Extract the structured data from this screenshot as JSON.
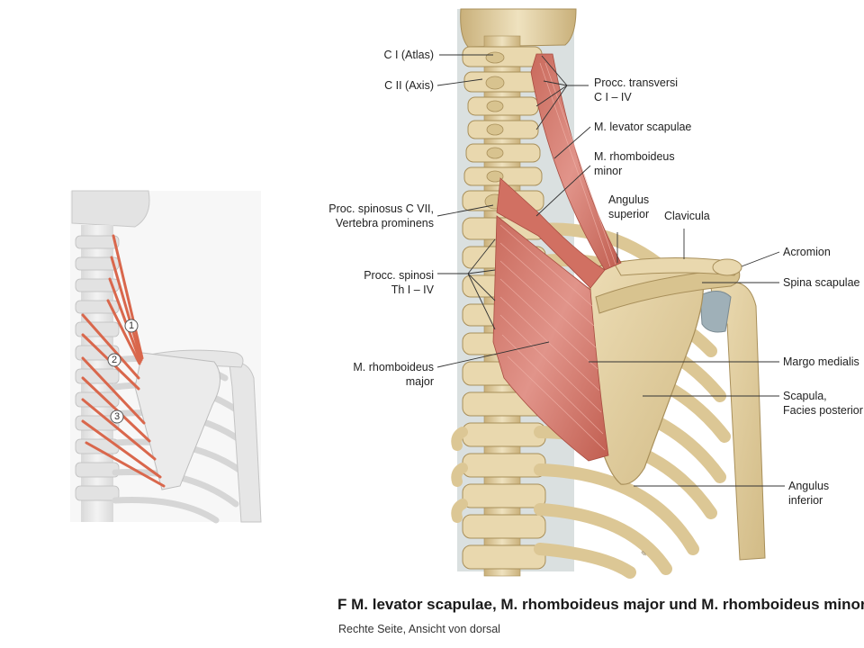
{
  "caption": {
    "title": "F M. levator scapulae, M. rhomboideus major und M. rhomboideus minor",
    "subtitle": "Rechte Seite, Ansicht von dorsal"
  },
  "inset": {
    "markers": [
      "1",
      "2",
      "3"
    ]
  },
  "labels": {
    "c1": "C I (Atlas)",
    "c2": "C II (Axis)",
    "proc_transversi_1": "Procc. transversi",
    "proc_transversi_2": "C I – IV",
    "levator": "M. levator scapulae",
    "rh_minor_1": "M. rhomboideus",
    "rh_minor_2": "minor",
    "spinosus_c7_1": "Proc. spinosus C VII,",
    "spinosus_c7_2": "Vertebra prominens",
    "ang_sup_1": "Angulus",
    "ang_sup_2": "superior",
    "clavicula": "Clavicula",
    "acromion": "Acromion",
    "spina": "Spina scapulae",
    "spinosi_1": "Procc. spinosi",
    "spinosi_2": "Th I – IV",
    "margo": "Margo medialis",
    "rh_major_1": "M. rhomboideus",
    "rh_major_2": "major",
    "scapula_1": "Scapula,",
    "scapula_2": "Facies posterior",
    "ang_inf_1": "Angulus",
    "ang_inf_2": "inferior"
  },
  "colors": {
    "bone": "#e4d3a8",
    "bone_dark": "#c9b07a",
    "muscle": "#d4786a",
    "muscle_dark": "#b65a4c",
    "inset_bone": "#e9e9e9",
    "inset_muscle": "#d9674c",
    "cartilage": "#9fb0b8"
  }
}
